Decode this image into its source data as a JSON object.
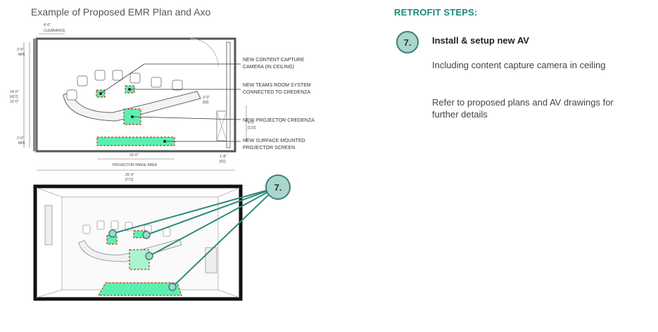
{
  "header": {
    "plan_title": "Example of Proposed EMR Plan and Axo",
    "retrofit_heading": "RETROFIT STEPS:"
  },
  "step": {
    "number": "7.",
    "title": "Install & setup new AV",
    "descriptions": [
      "Including content capture camera in ceiling",
      "Refer to proposed plans and AV drawings for further details"
    ]
  },
  "plan": {
    "callouts": [
      "NEW CONTENT CAPTURE",
      "CAMERA (IN CEILING)",
      "NEW TEAMS ROOM SYSTEM",
      "CONNECTED TO CREDENZA",
      "NEW PROJECTOR CREDENZA",
      "NEW SURFACE MOUNTED",
      "PROJECTOR SCREEN"
    ],
    "dims": {
      "top_clearance": "4'-0\"",
      "clearance_label": "CLEARANCE",
      "left_top": "2'-0\"",
      "left_top_sub": "MIN",
      "left_mid": "14'-0\"",
      "left_mid_sub": "[427]",
      "left_mid_2": "10'-0\"",
      "left_bot": "2'-0\"",
      "left_bot_sub": "MIN",
      "right_dim": "3'-0\"",
      "right_dim_sub": "[92]",
      "right_side": "4'-0\"",
      "right_side_sub": "[122]",
      "bottom_right": "1'-8\"",
      "bottom_right_sub": "[51]",
      "screen_width": "10'-0\"",
      "projector_area": "PROJECTOR IMAGE AREA",
      "overall": "25'-4\"",
      "overall_sub": "[772]"
    },
    "axo_badge": "7."
  },
  "colors": {
    "accent_teal": "#1a8a7a",
    "badge_fill": "#a9d6cd",
    "badge_stroke": "#3e7f75",
    "highlight_green": "#5cf0b0",
    "highlight_outline": "#c0392b"
  }
}
